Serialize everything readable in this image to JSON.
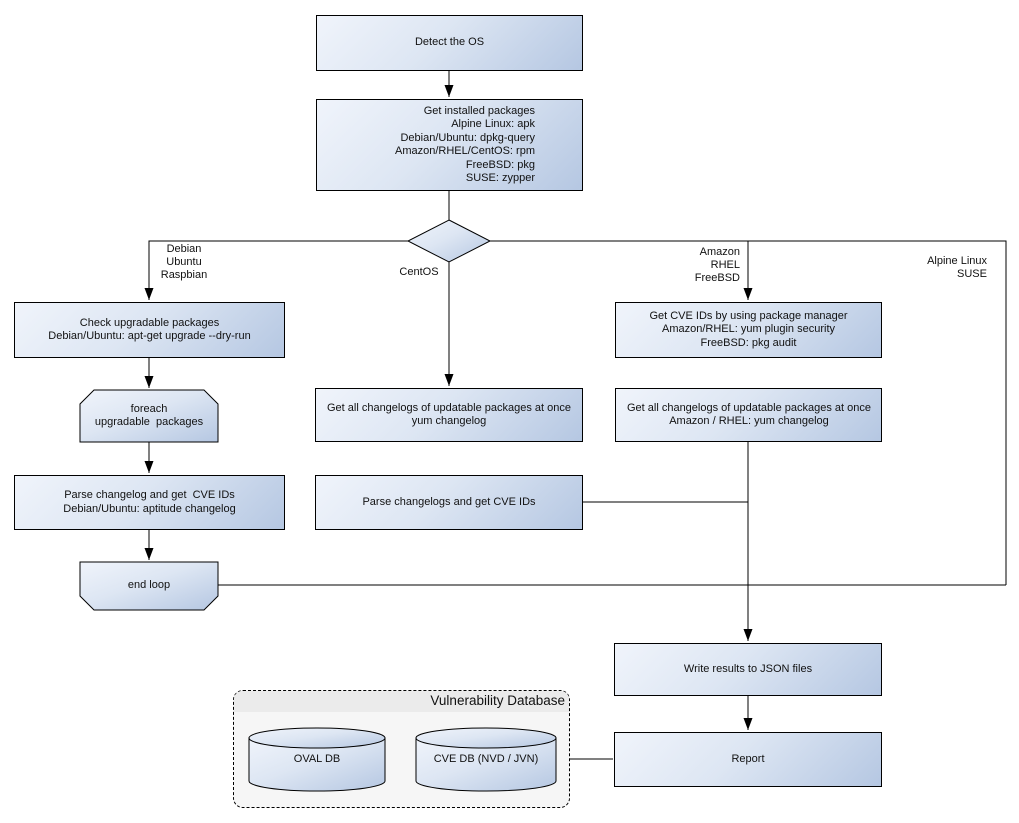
{
  "diagram": {
    "kind": "flowchart",
    "nodes": {
      "detect_os": "Detect the OS",
      "get_installed": "Get installed packages\nAlpine Linux: apk\nDebian/Ubuntu: dpkg-query\nAmazon/RHEL/CentOS: rpm\nFreeBSD: pkg\nSUSE: zypper",
      "check_upgradable": "Check upgradable packages\nDebian/Ubuntu: apt-get upgrade --dry-run",
      "foreach_loop": "foreach\nupgradable  packages",
      "parse_changelog_debian": "Parse changelog and get  CVE IDs\nDebian/Ubuntu: aptitude changelog",
      "end_loop": "end loop",
      "get_changelogs_centos": "Get all changelogs of updatable packages at once\nyum changelog",
      "parse_changelogs_centos": "Parse changelogs and get CVE IDs",
      "get_cve_ids_pkg_manager": "Get CVE IDs by using package manager\nAmazon/RHEL: yum plugin security\nFreeBSD: pkg audit",
      "get_changelogs_amazon": "Get all changelogs of updatable packages at once\nAmazon / RHEL: yum changelog",
      "write_results": "Write results to JSON files",
      "report": "Report"
    },
    "branch_labels": {
      "debian": "Debian\nUbuntu\nRaspbian",
      "centos": "CentOS",
      "amazon": "Amazon\nRHEL\nFreeBSD",
      "alpine": "Alpine Linux\nSUSE"
    },
    "database": {
      "title": "Vulnerability Database",
      "oval_db": "OVAL DB",
      "cve_db": "CVE DB (NVD / JVN)"
    },
    "colors": {
      "node_fill_light": "#f0f4fb",
      "node_fill_dark": "#b5c7e2",
      "node_border": "#000000",
      "edge": "#000000",
      "container_fill": "#f6f6f6",
      "container_header": "#ebebeb",
      "text": "#111111"
    }
  }
}
